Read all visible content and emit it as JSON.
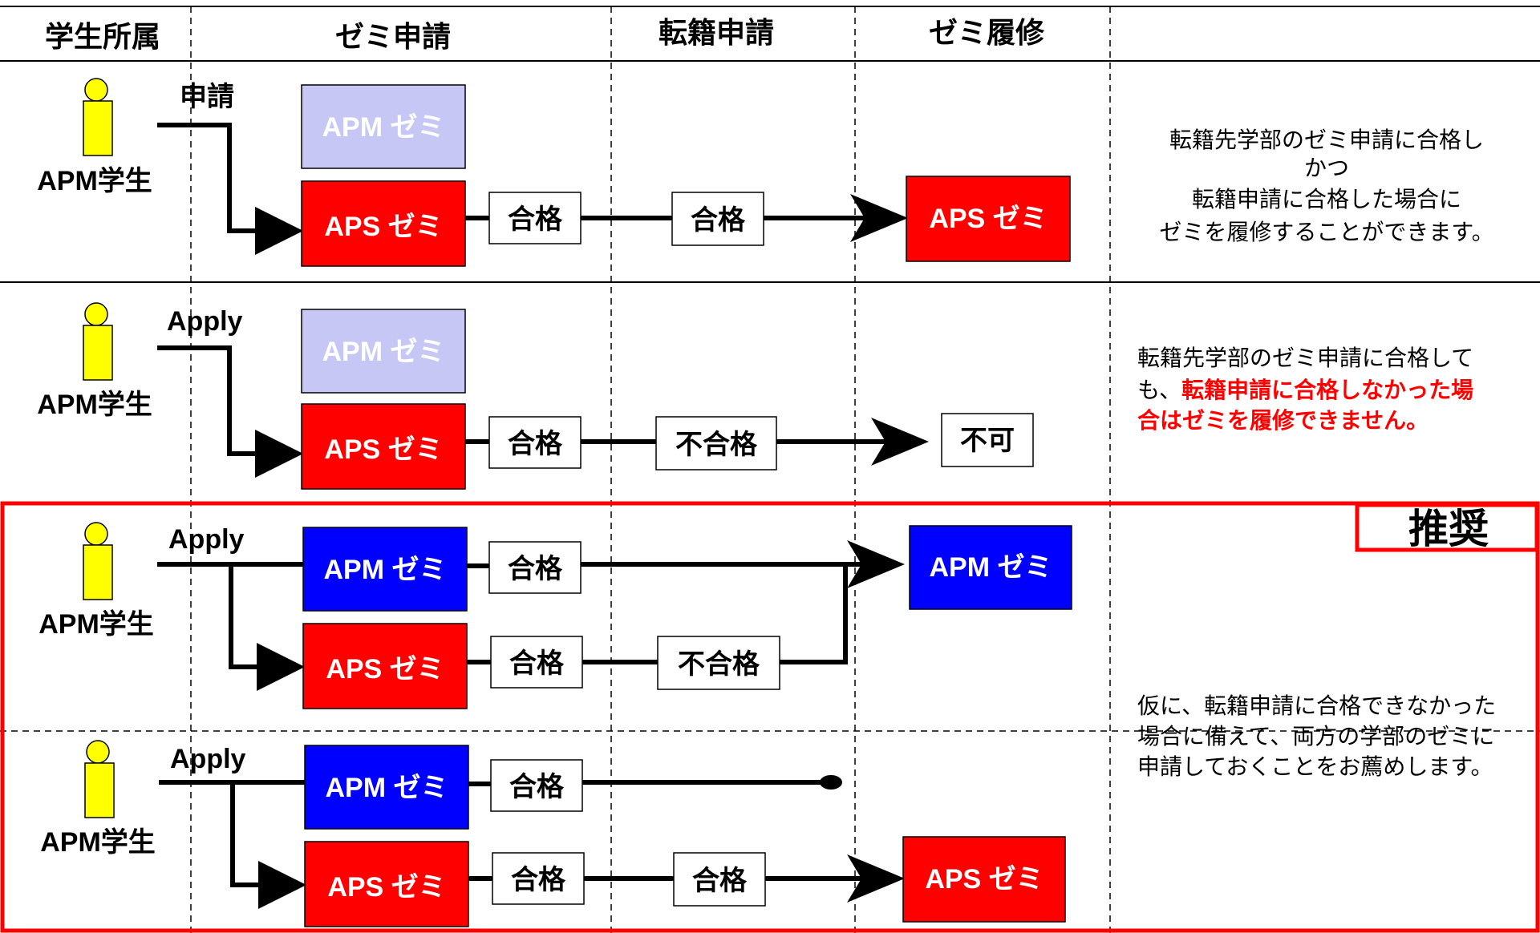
{
  "headers": {
    "affiliation": "学生所属",
    "seminar_application": "ゼミ申請",
    "transfer_application": "転籍申請",
    "seminar_enrollment": "ゼミ履修"
  },
  "colors": {
    "apm_faded": "#c7c7f5",
    "apm": "#0000ff",
    "aps": "#ff0000",
    "student": "#ffff00",
    "recommend_frame": "#ff0000"
  },
  "rows": [
    {
      "student_label": "APM学生",
      "apply_label": "申請",
      "apm_box": "APM ゼミ",
      "aps_box": "APS ゼミ",
      "aps_result": "合格",
      "transfer_result": "合格",
      "outcome": "APS ゼミ",
      "note_lines": [
        "転籍先学部のゼミ申請に合格し",
        "かつ",
        "転籍申請に合格した場合に",
        "ゼミを履修することができます。"
      ]
    },
    {
      "student_label": "APM学生",
      "apply_label": "Apply",
      "apm_box": "APM ゼミ",
      "aps_box": "APS ゼミ",
      "aps_result": "合格",
      "transfer_result": "不合格",
      "outcome": "不可",
      "note_line1": "転籍先学部のゼミ申請に合格して",
      "note_line2_black": "も、",
      "note_line2_red": "転籍申請に合格しなかった場",
      "note_line3_red": "合はゼミを履修できません。"
    },
    {
      "student_label": "APM学生",
      "apply_label": "Apply",
      "apm_box": "APM ゼミ",
      "apm_result": "合格",
      "aps_box": "APS ゼミ",
      "aps_result": "合格",
      "transfer_result": "不合格",
      "outcome": "APM ゼミ"
    },
    {
      "student_label": "APM学生",
      "apply_label": "Apply",
      "apm_box": "APM ゼミ",
      "apm_result": "合格",
      "aps_box": "APS ゼミ",
      "aps_result": "合格",
      "transfer_result": "合格",
      "outcome": "APS ゼミ"
    }
  ],
  "recommended": {
    "badge": "推奨",
    "note_lines": [
      "仮に、転籍申請に合格できなかった",
      "場合に備えて、両方の学部のゼミに",
      "申請しておくことをお薦めします。"
    ]
  }
}
